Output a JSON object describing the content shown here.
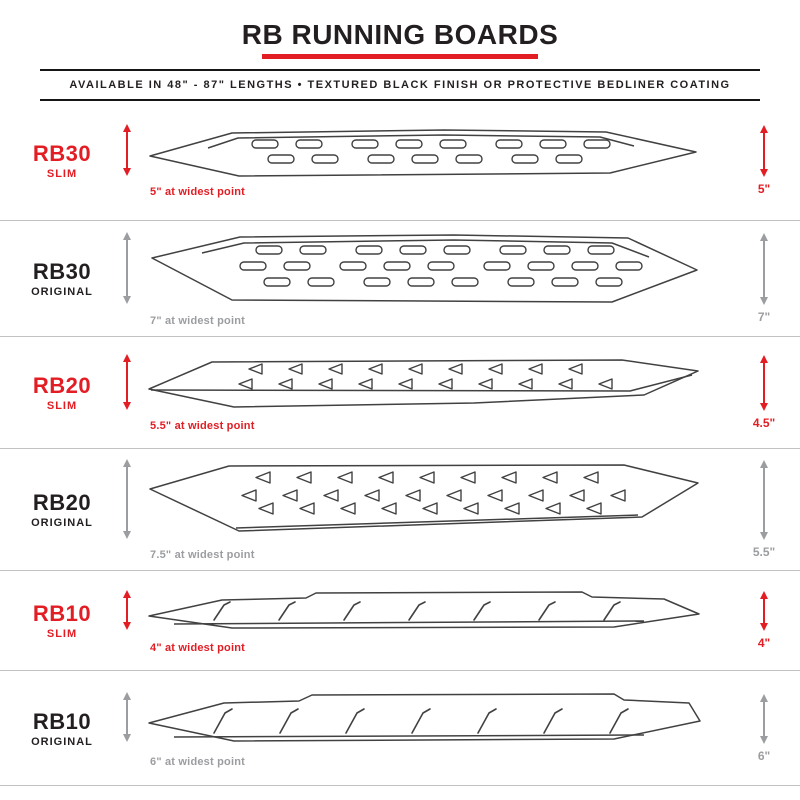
{
  "header": {
    "title": "RB RUNNING BOARDS",
    "subtitle": "AVAILABLE IN 48\" - 87\" LENGTHS   •   TEXTURED BLACK FINISH OR PROTECTIVE BEDLINER COATING"
  },
  "colors": {
    "accent_red": "#e21d24",
    "measure_gray": "#9b9da0",
    "ink": "#231f20"
  },
  "rows": [
    {
      "model": "RB30",
      "variant": "SLIM",
      "finish_style": "slim",
      "width_note": "5\" at widest point",
      "height_label": "5\""
    },
    {
      "model": "RB30",
      "variant": "ORIGINAL",
      "finish_style": "original",
      "width_note": "7\" at widest point",
      "height_label": "7\""
    },
    {
      "model": "RB20",
      "variant": "SLIM",
      "finish_style": "slim",
      "width_note": "5.5\" at widest point",
      "height_label": "4.5\""
    },
    {
      "model": "RB20",
      "variant": "ORIGINAL",
      "finish_style": "original",
      "width_note": "7.5\" at widest point",
      "height_label": "5.5\""
    },
    {
      "model": "RB10",
      "variant": "SLIM",
      "finish_style": "slim",
      "width_note": "4\" at widest point",
      "height_label": "4\""
    },
    {
      "model": "RB10",
      "variant": "ORIGINAL",
      "finish_style": "original",
      "width_note": "6\" at widest point",
      "height_label": "6\""
    }
  ]
}
